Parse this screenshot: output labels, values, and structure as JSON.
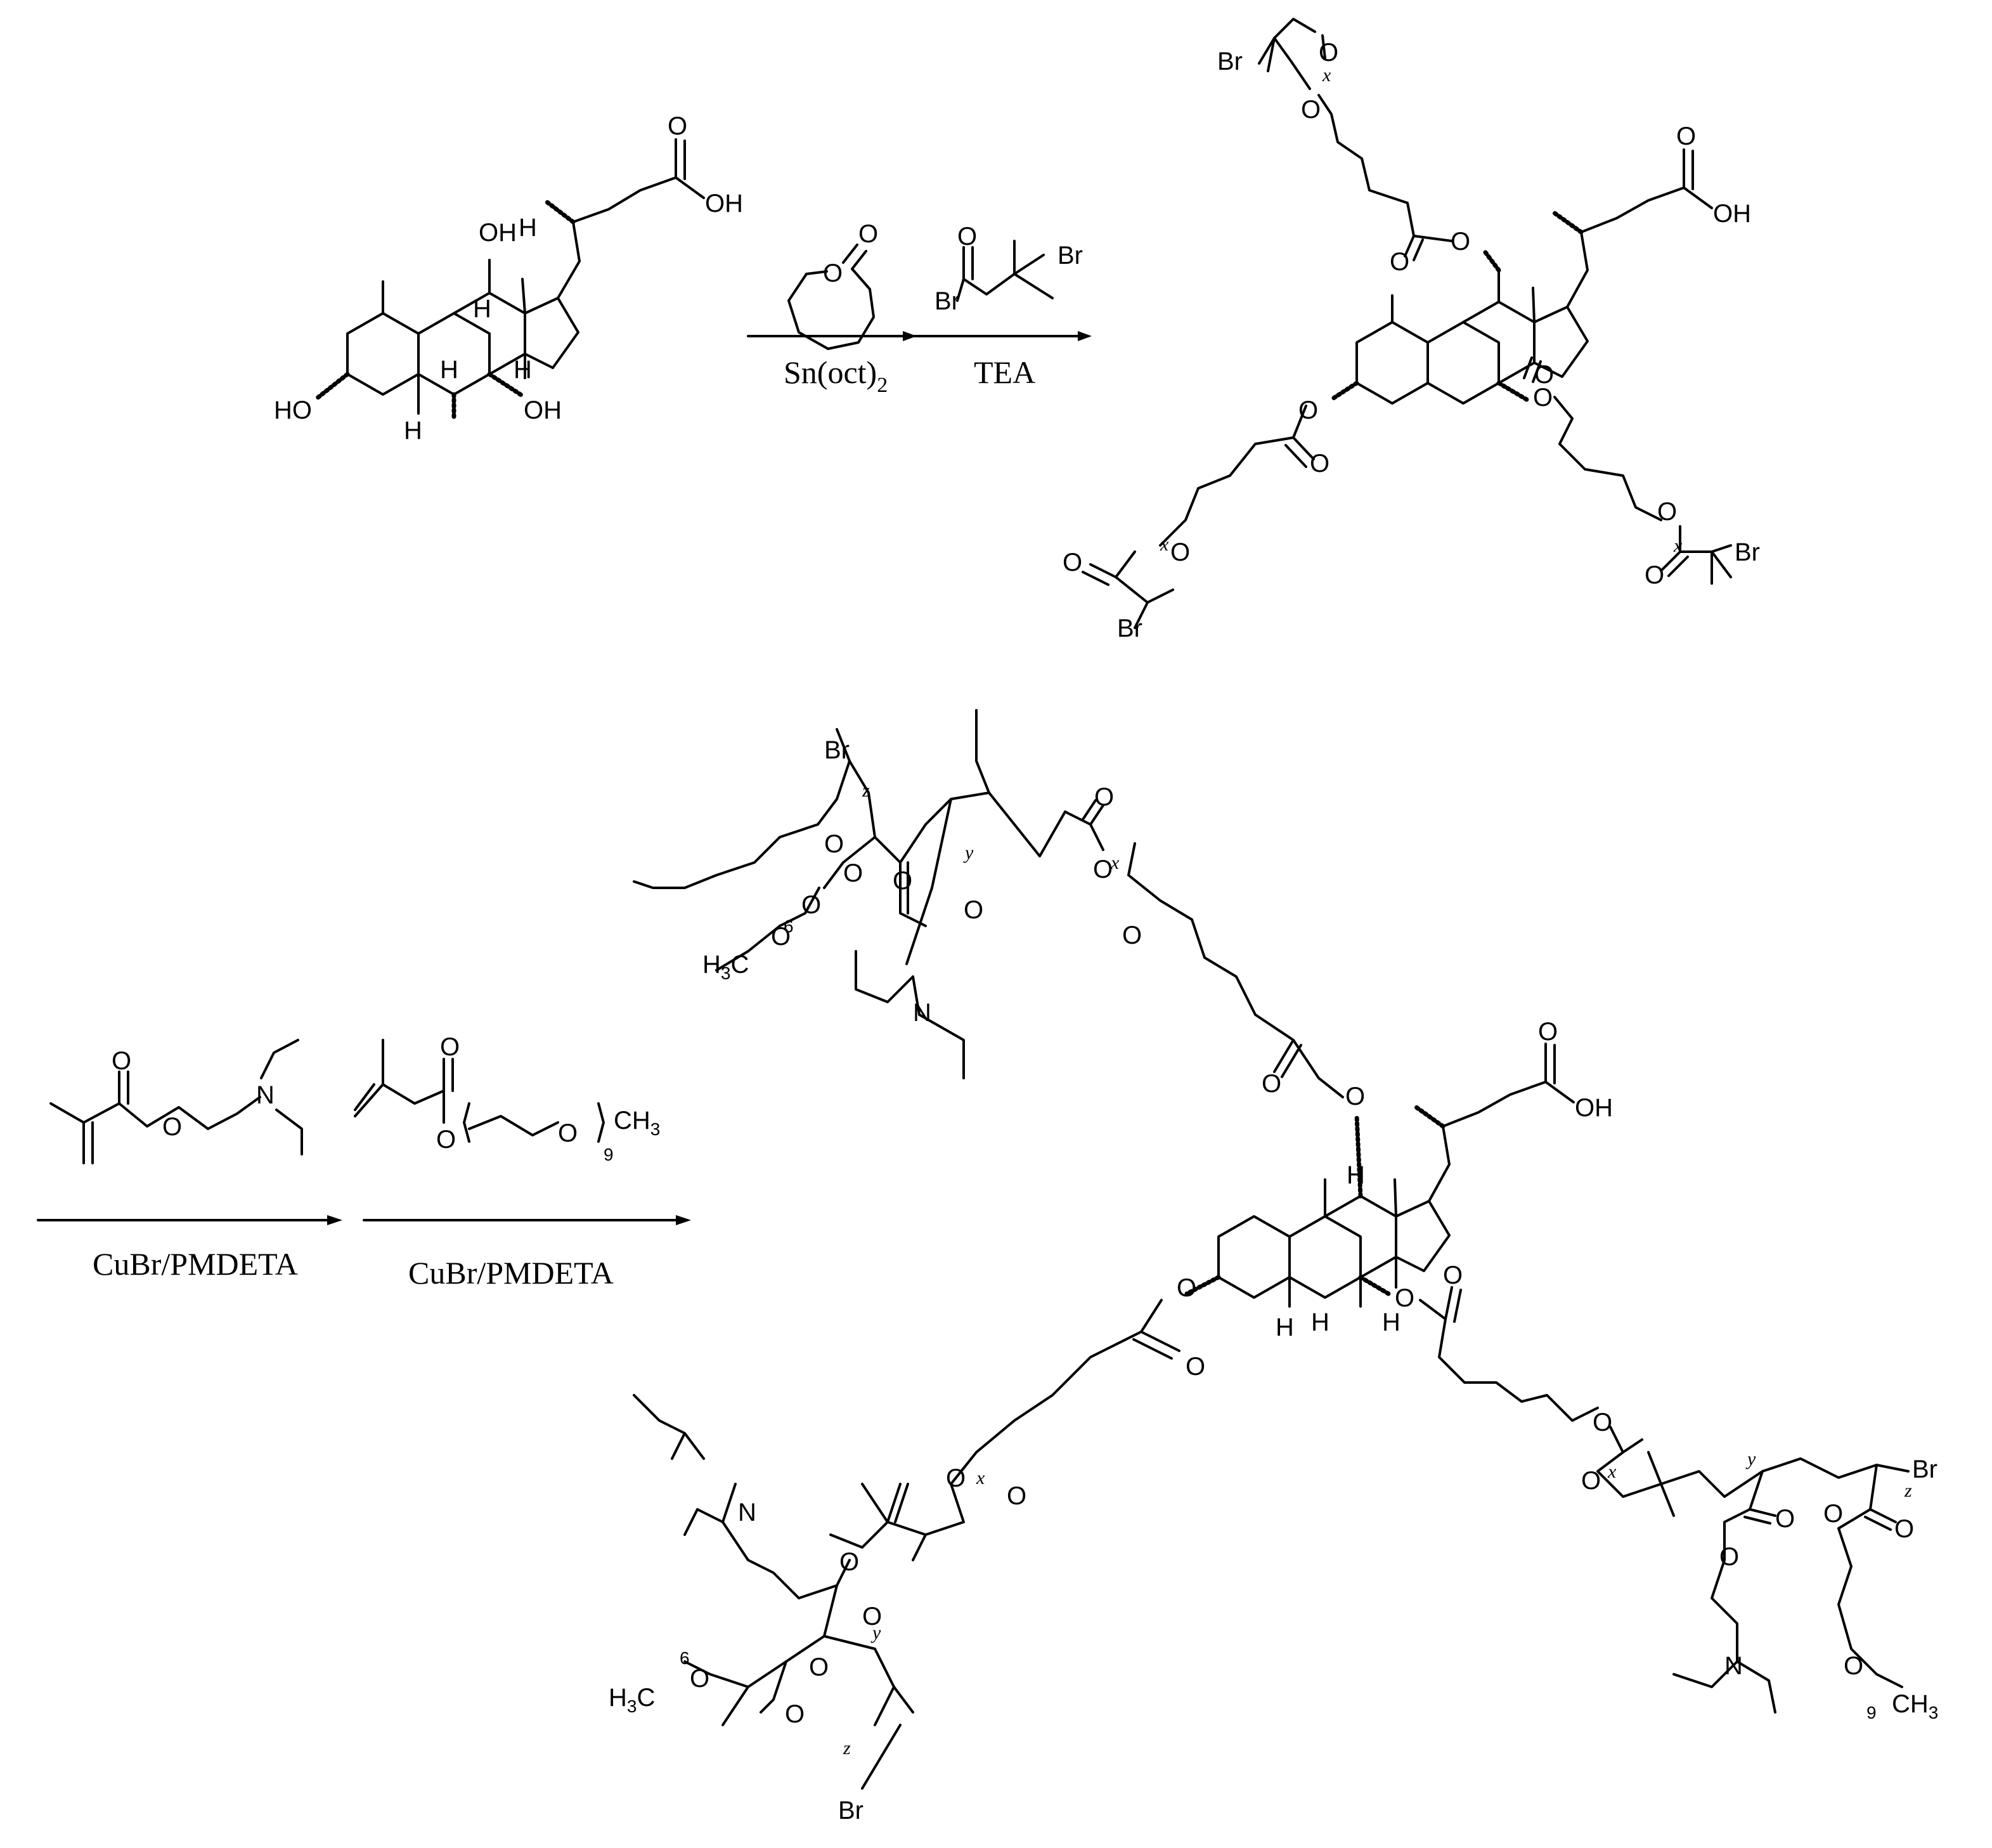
{
  "atoms": {
    "O": "O",
    "OH": "OH",
    "HO": "HO",
    "H": "H",
    "Br": "Br",
    "N": "N",
    "H3C_main": "H",
    "H3C_sub": "3",
    "H3C_tail": "C",
    "CH3_main": "CH",
    "CH3_sub": "3"
  },
  "indices": {
    "x": "x",
    "y": "y",
    "z": "z",
    "n6": "6",
    "n9": "9"
  },
  "reagents": {
    "tin_catalyst_main": "Sn(oct)",
    "tin_catalyst_sub": "2",
    "base": "TEA",
    "atrp_catalyst_1": "CuBr/PMDETA",
    "atrp_catalyst_2": "CuBr/PMDETA"
  },
  "colors": {
    "ink": "#000000",
    "background": "#ffffff"
  }
}
